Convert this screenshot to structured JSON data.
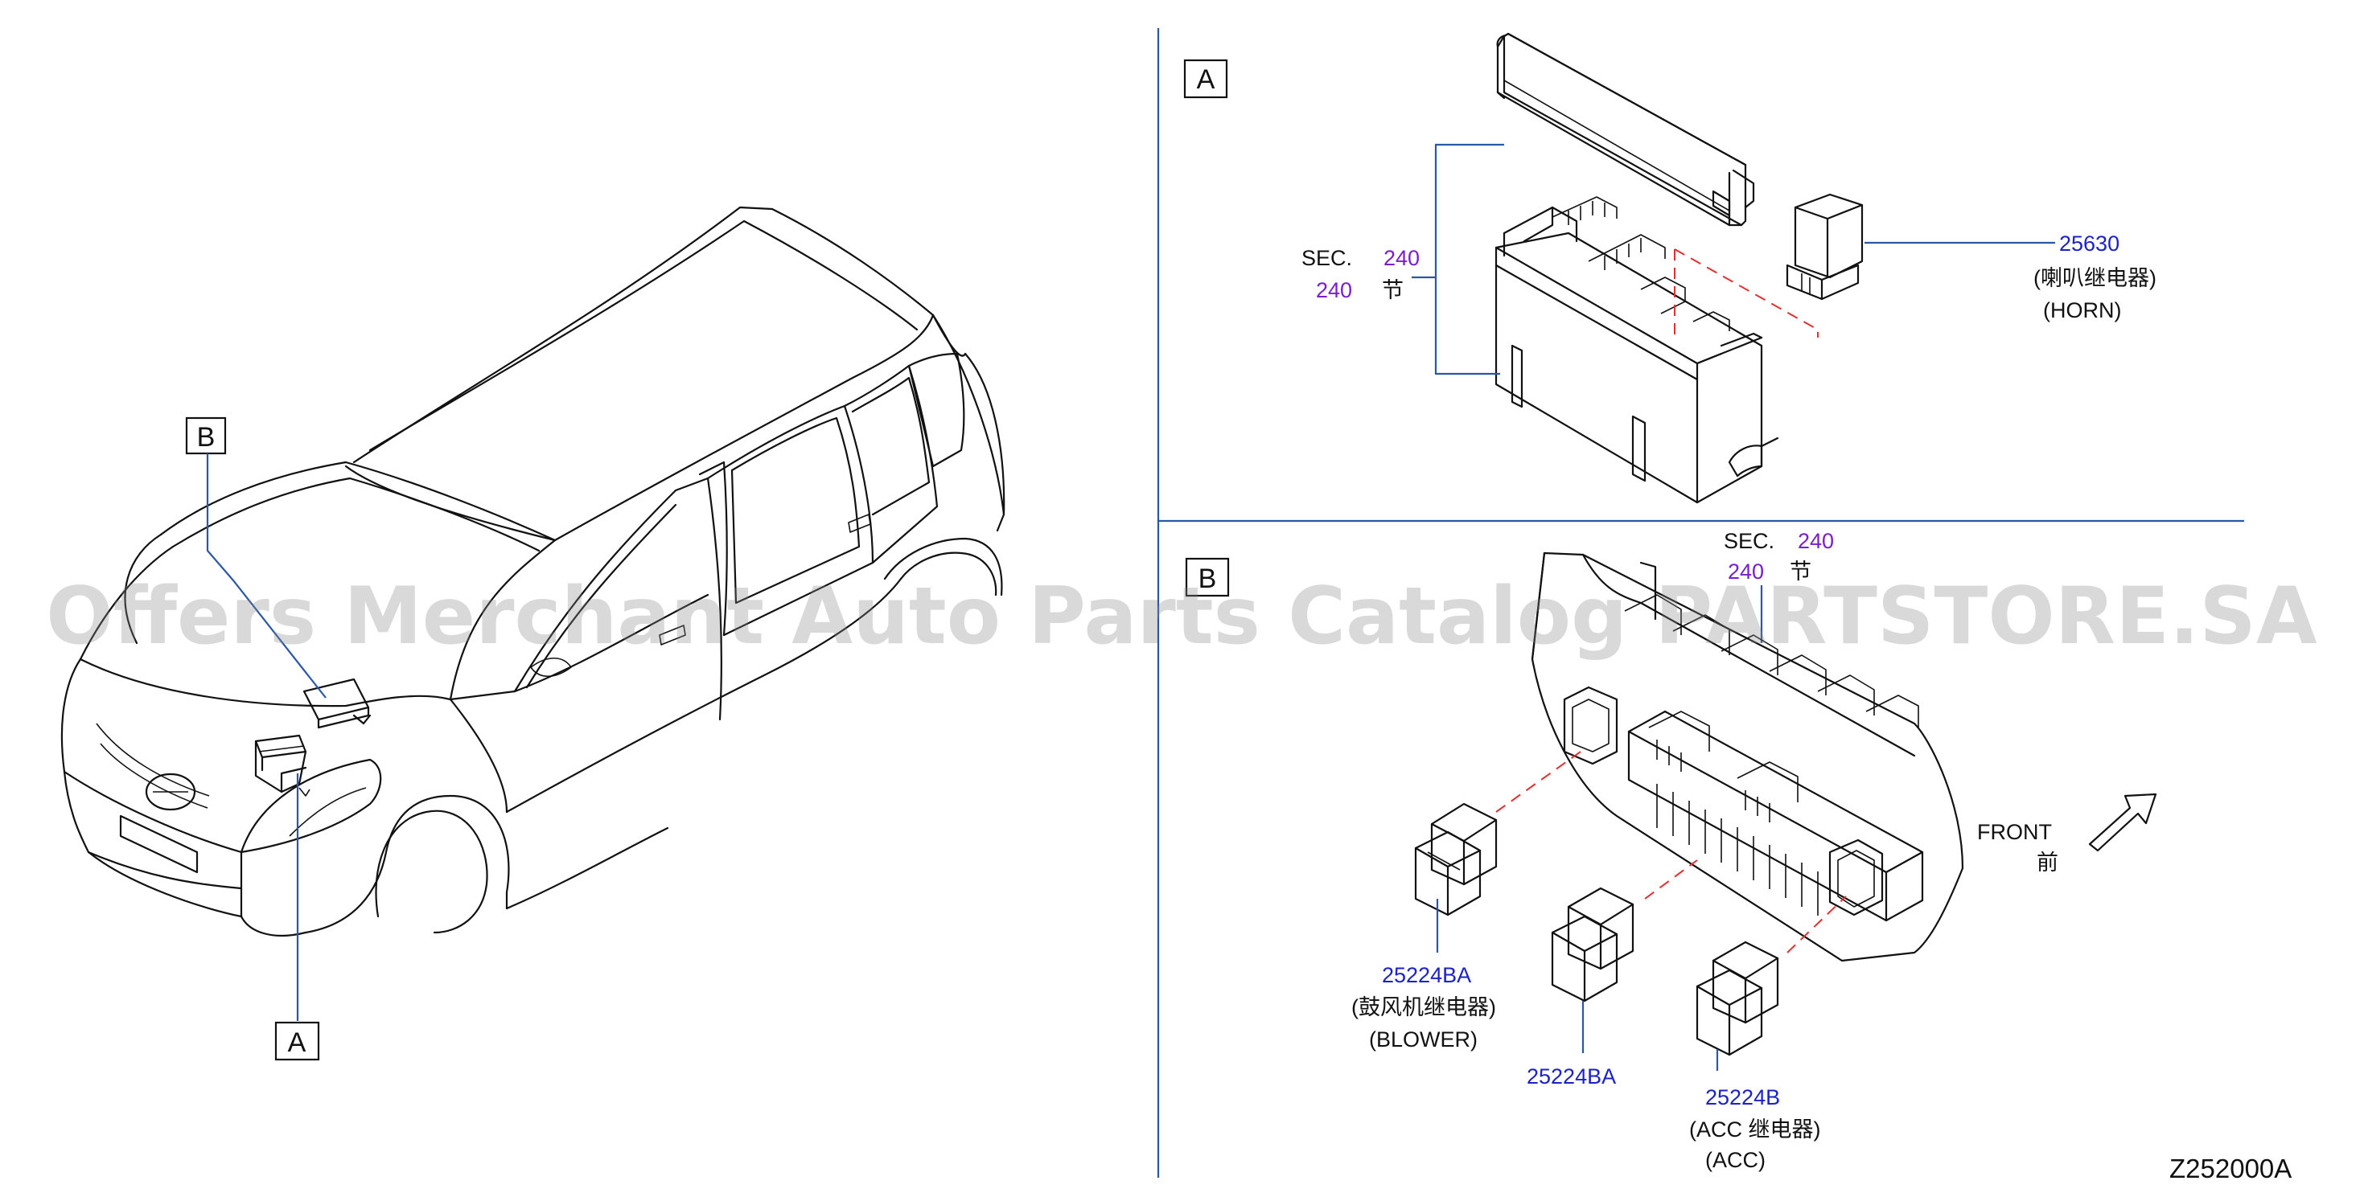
{
  "callouts": {
    "a_car": "A",
    "b_car": "B",
    "a_panel": "A",
    "b_panel": "B"
  },
  "panel_a": {
    "sec_prefix": "SEC.",
    "sec_num": "240",
    "sec_num2": "240",
    "sec_cn": "节",
    "horn_part": "25630",
    "horn_cn": "(喇叭继电器)",
    "horn_en": "(HORN)"
  },
  "panel_b": {
    "sec_prefix": "SEC.",
    "sec_num": "240",
    "sec_num2": "240",
    "sec_cn": "节",
    "front_en": "FRONT",
    "front_cn": "前",
    "blower_part": "25224BA",
    "blower_cn": "(鼓风机继电器)",
    "blower_en": "(BLOWER)",
    "relay2_part": "25224BA",
    "acc_part": "25224B",
    "acc_cn": "(ACC   继电器)",
    "acc_en": "(ACC)"
  },
  "watermark": "Offers Merchant Auto Parts Catalog PARTSTORE.SA",
  "diagram_code": "Z252000A",
  "colors": {
    "part_number": "#1b22c8",
    "section_ref": "#7a1ccf",
    "leader_line": "#2a57a8",
    "phantom_line": "#e03030"
  }
}
